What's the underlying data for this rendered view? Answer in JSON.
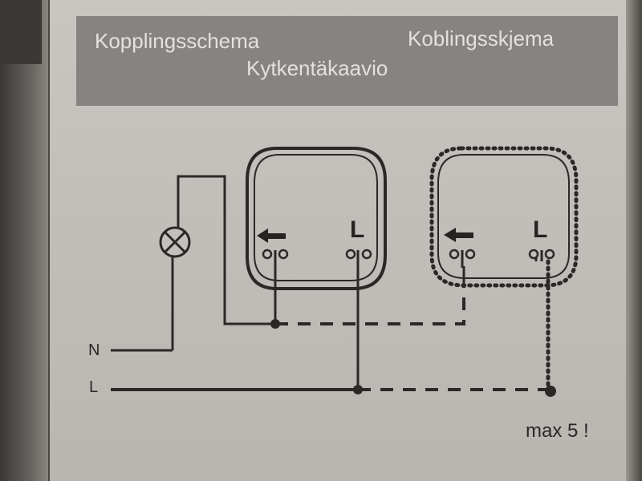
{
  "header": {
    "swedish": "Kopplingsschema",
    "norwegian": "Koblingsskjema",
    "finnish": "Kytkentäkaavio"
  },
  "labels": {
    "neutral": "N",
    "line": "L"
  },
  "switch_1": {
    "terminal_label": "L",
    "arrow": "left-arrow-icon"
  },
  "switch_2": {
    "terminal_label": "L",
    "arrow": "left-arrow-icon"
  },
  "note": "max 5 !",
  "colors": {
    "page": "#c4c1bc",
    "header_band": "#878380",
    "header_text": "#e4e1dc",
    "wire": "#2b2927"
  }
}
